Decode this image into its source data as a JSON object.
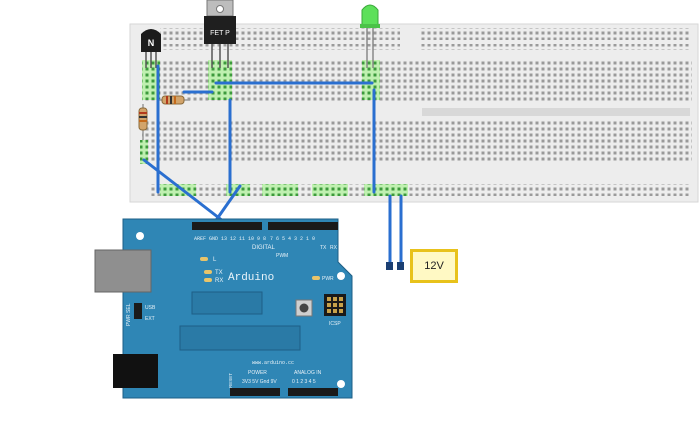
{
  "diagram": {
    "power_supply_label": "12V",
    "arduino": {
      "brand": "Arduino",
      "website": "www.arduino.cc",
      "digital_label": "DIGITAL",
      "analog_label": "ANALOG IN",
      "power_label": "POWER",
      "power_pins": "3V3 5V Gnd 9V",
      "analog_pins": "0 1 2 3 4 5",
      "reset_label": "RESET",
      "icsp_label": "ICSP",
      "pwr_label": "PWR",
      "pwr_sel_label": "PWR SEL",
      "usb_label": "USB",
      "ext_label": "EXT",
      "led_l_label": "L",
      "tx_label": "TX",
      "rx_label": "RX",
      "top_pins_left": "AREF GND 13 12 11 10 9 8",
      "top_pins_right": "7 6 5 4 3 2 1 0",
      "pwm_label": "PWM",
      "tx_pin_label": "TX",
      "rx_pin_label": "RX"
    },
    "components": {
      "npn_label": "N",
      "fet_label": "FET P"
    },
    "colors": {
      "wire": "#2a6fd0",
      "board": "#2f86b5",
      "breadboard": "#e9e9e9",
      "highlight_hole": "#9be28c",
      "led": "#5de05a",
      "psu_border": "#e8c21b"
    }
  }
}
